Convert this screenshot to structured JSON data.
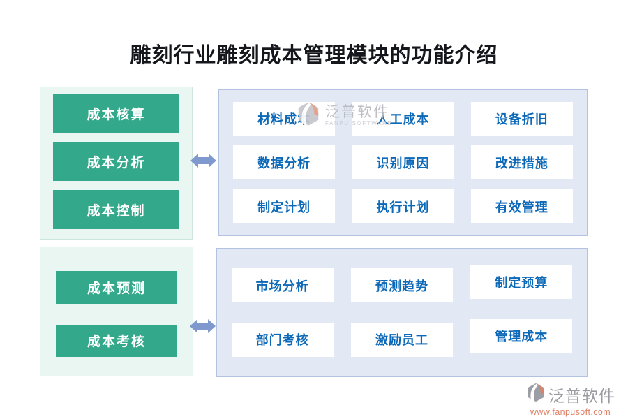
{
  "title": "雕刻行业雕刻成本管理模块的功能介绍",
  "left_panels": [
    {
      "buttons": [
        "成本核算",
        "成本分析",
        "成本控制"
      ]
    },
    {
      "buttons": [
        "成本预测",
        "成本考核"
      ]
    }
  ],
  "right_panels": [
    {
      "buttons": [
        "材料成本",
        "人工成本",
        "设备折旧",
        "数据分析",
        "识别原因",
        "改进措施",
        "制定计划",
        "执行计划",
        "有效管理"
      ]
    },
    {
      "buttons": [
        "市场分析",
        "预测趋势",
        "制定预算",
        "部门考核",
        "激励员工",
        "管理成本"
      ]
    }
  ],
  "watermark": {
    "name": "泛普软件",
    "subtitle": "FANPU SOFTWARE"
  },
  "footer": {
    "brand": "泛普软件",
    "url": "www.fanpusoft.com"
  },
  "icons": {
    "connector": "double-headed-arrow",
    "brand": "fanpu-logo"
  },
  "colors": {
    "title_text": "#16171c",
    "green_button": "#34a88b",
    "green_panel_bg": "#eaf6f1",
    "green_panel_border": "#cde7dc",
    "blue_panel_bg": "#e2e9f5",
    "blue_panel_border": "#b3c2e0",
    "function_text": "#0c69b8",
    "arrow": "#7f98ce",
    "watermark_gray": "#b9b9c1",
    "brand_gray": "#9b9ba2",
    "brand_red": "#de7f66"
  }
}
